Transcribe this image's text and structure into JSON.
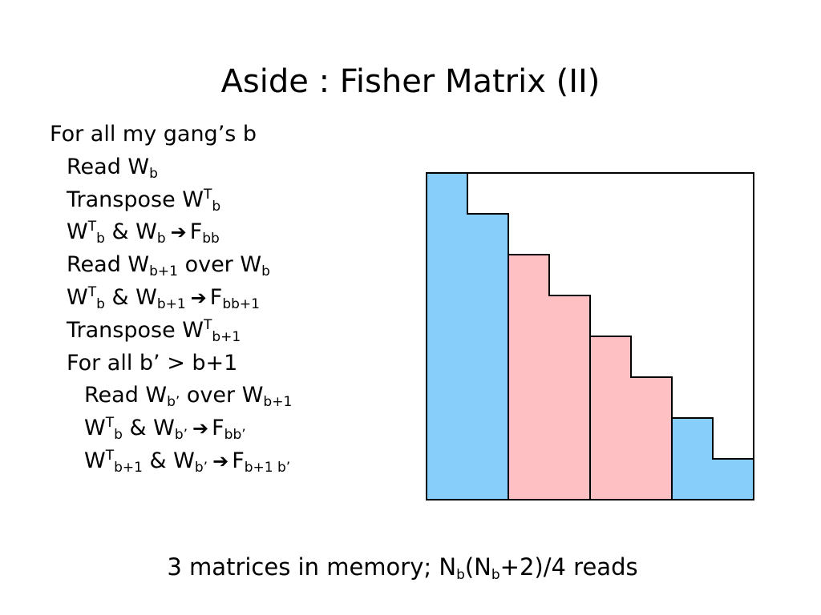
{
  "slide": {
    "title": "Aside : Fisher Matrix (II)",
    "footer": {
      "pre": "3 matrices in memory; N",
      "sub1": "b",
      "mid": "(N",
      "sub2": "b",
      "post": "+2)/4 reads"
    }
  },
  "algorithm": {
    "lines": [
      {
        "indent": 0,
        "parts": [
          {
            "t": "For all my gang’s b"
          }
        ]
      },
      {
        "indent": 1,
        "parts": [
          {
            "t": "Read W"
          },
          {
            "sub": "b"
          }
        ]
      },
      {
        "indent": 1,
        "parts": [
          {
            "t": "Transpose W"
          },
          {
            "sup": "T"
          },
          {
            "sub": "b"
          }
        ]
      },
      {
        "indent": 1,
        "parts": [
          {
            "t": "W"
          },
          {
            "sup": "T"
          },
          {
            "sub": "b"
          },
          {
            "t": " & W"
          },
          {
            "sub": "b"
          },
          {
            "arrow": "➔"
          },
          {
            "t": "F"
          },
          {
            "sub": "bb"
          }
        ]
      },
      {
        "indent": 1,
        "parts": [
          {
            "t": "Read W"
          },
          {
            "sub": "b+1"
          },
          {
            "t": " over W"
          },
          {
            "sub": "b"
          }
        ]
      },
      {
        "indent": 1,
        "parts": [
          {
            "t": "W"
          },
          {
            "sup": "T"
          },
          {
            "sub": "b"
          },
          {
            "t": " & W"
          },
          {
            "sub": "b+1"
          },
          {
            "arrow": "➔"
          },
          {
            "t": "F"
          },
          {
            "sub": "bb+1"
          }
        ]
      },
      {
        "indent": 1,
        "parts": [
          {
            "t": "Transpose W"
          },
          {
            "sup": "T"
          },
          {
            "sub": "b+1"
          }
        ]
      },
      {
        "indent": 1,
        "parts": [
          {
            "t": "For all b’ > b+1"
          }
        ]
      },
      {
        "indent": 2,
        "parts": [
          {
            "t": "Read W"
          },
          {
            "sub": "b’"
          },
          {
            "t": " over W"
          },
          {
            "sub": "b+1"
          }
        ]
      },
      {
        "indent": 2,
        "parts": [
          {
            "t": "W"
          },
          {
            "sup": "T"
          },
          {
            "sub": "b"
          },
          {
            "t": " & W"
          },
          {
            "sub": "b’"
          },
          {
            "arrow": "➔"
          },
          {
            "t": "F"
          },
          {
            "sub": "bb’"
          }
        ]
      },
      {
        "indent": 2,
        "parts": [
          {
            "t": "W"
          },
          {
            "sup": "T"
          },
          {
            "sub": "b+1"
          },
          {
            "t": " & W"
          },
          {
            "sub": "b’"
          },
          {
            "arrow": "➔"
          },
          {
            "t": "F"
          },
          {
            "sub": "b+1 b’"
          }
        ]
      }
    ]
  },
  "diagram": {
    "blocks": 8,
    "colors": {
      "blue": "#87cefa",
      "pink": "#ffc0c4",
      "stroke": "#000000",
      "background": "#ffffff"
    },
    "columns": [
      {
        "index": 0,
        "fill": "blue"
      },
      {
        "index": 1,
        "fill": "blue"
      },
      {
        "index": 2,
        "fill": "pink"
      },
      {
        "index": 3,
        "fill": "pink"
      },
      {
        "index": 4,
        "fill": "pink"
      },
      {
        "index": 5,
        "fill": "pink"
      },
      {
        "index": 6,
        "fill": "blue"
      },
      {
        "index": 7,
        "fill": "blue"
      }
    ],
    "group_dividers_after": [
      1,
      3,
      5
    ]
  }
}
